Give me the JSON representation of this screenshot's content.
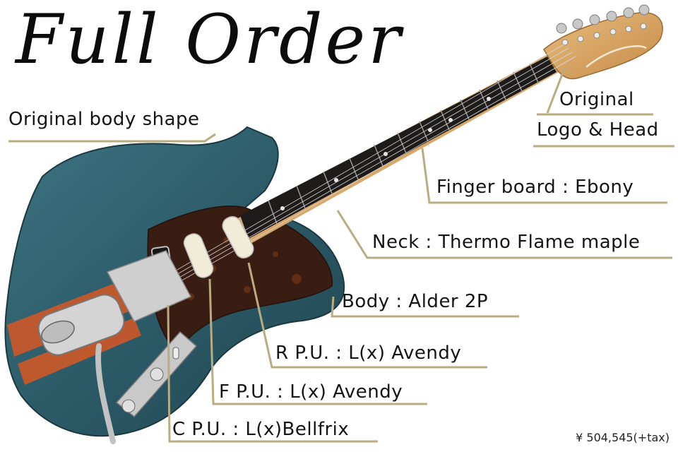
{
  "title": "Full Order",
  "labels": {
    "body_shape": "Original body shape",
    "logo_line1": "Original",
    "logo_line2": "Logo & Head",
    "fingerboard": "Finger board : Ebony",
    "neck": "Neck : Thermo Flame maple",
    "body": "Body : Alder 2P",
    "rear_pickup": "R P.U. : L(x) Avendy",
    "front_pickup": "F P.U. : L(x) Avendy",
    "center_pickup": "C P.U. : L(x)Bellfrix"
  },
  "price": "¥ 504,545(+tax)",
  "colors": {
    "body": "#2f5f6c",
    "pickguard": "#3a1d12",
    "stripe": "#c6572a",
    "fretboard": "#1e1b1b",
    "neck_maple": "#d7a86a",
    "callout_line": "#b8ac80"
  }
}
